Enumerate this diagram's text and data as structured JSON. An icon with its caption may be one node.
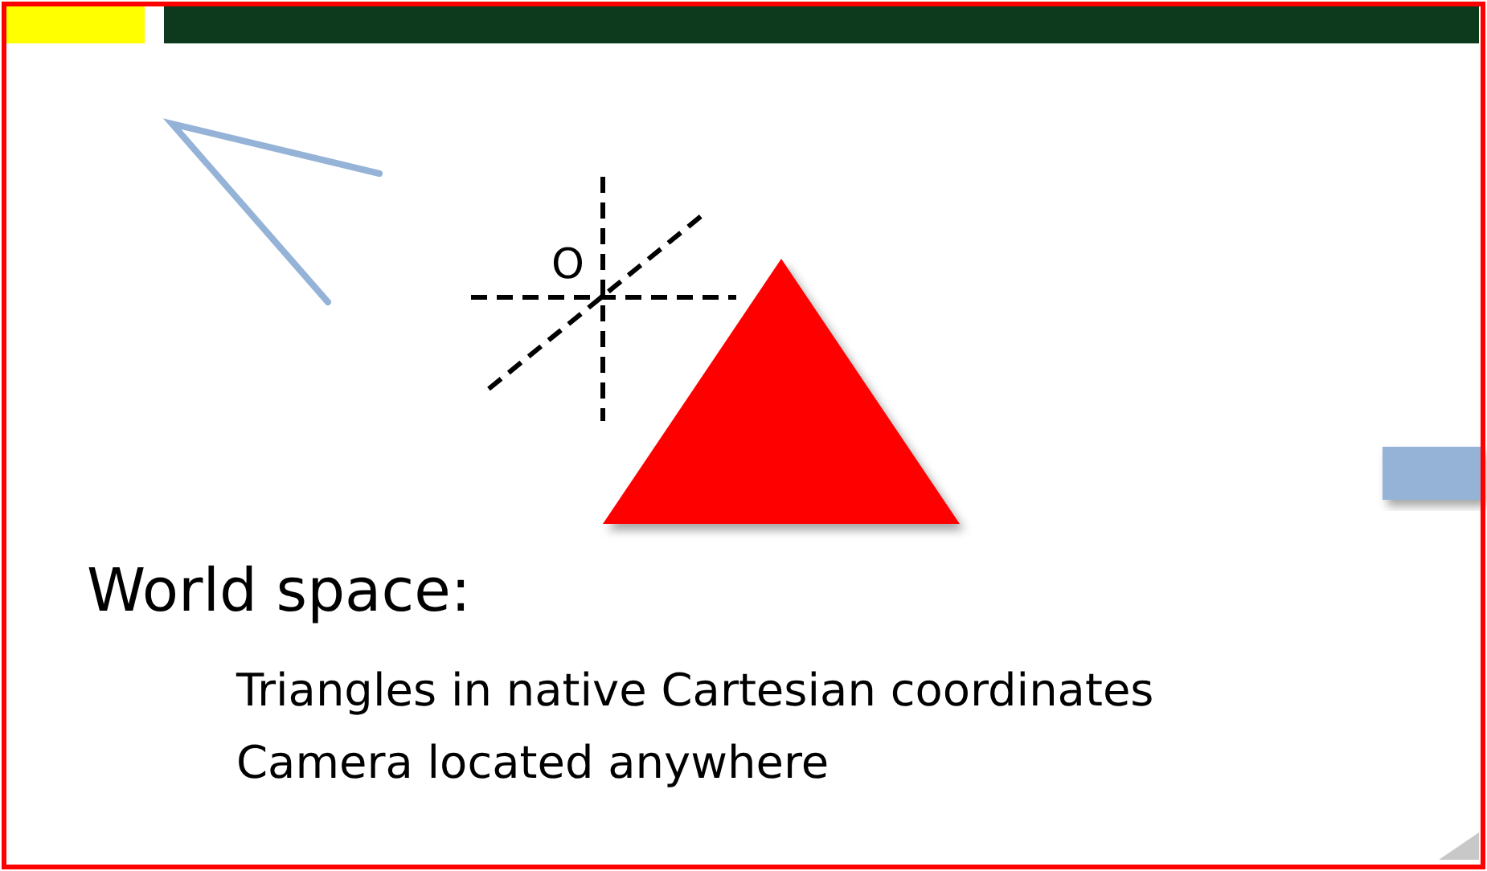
{
  "diagram": {
    "title": "World space:",
    "labels": [
      "O",
      "Triangles in native Cartesian coordinates",
      "Camera located anywhere"
    ]
  }
}
